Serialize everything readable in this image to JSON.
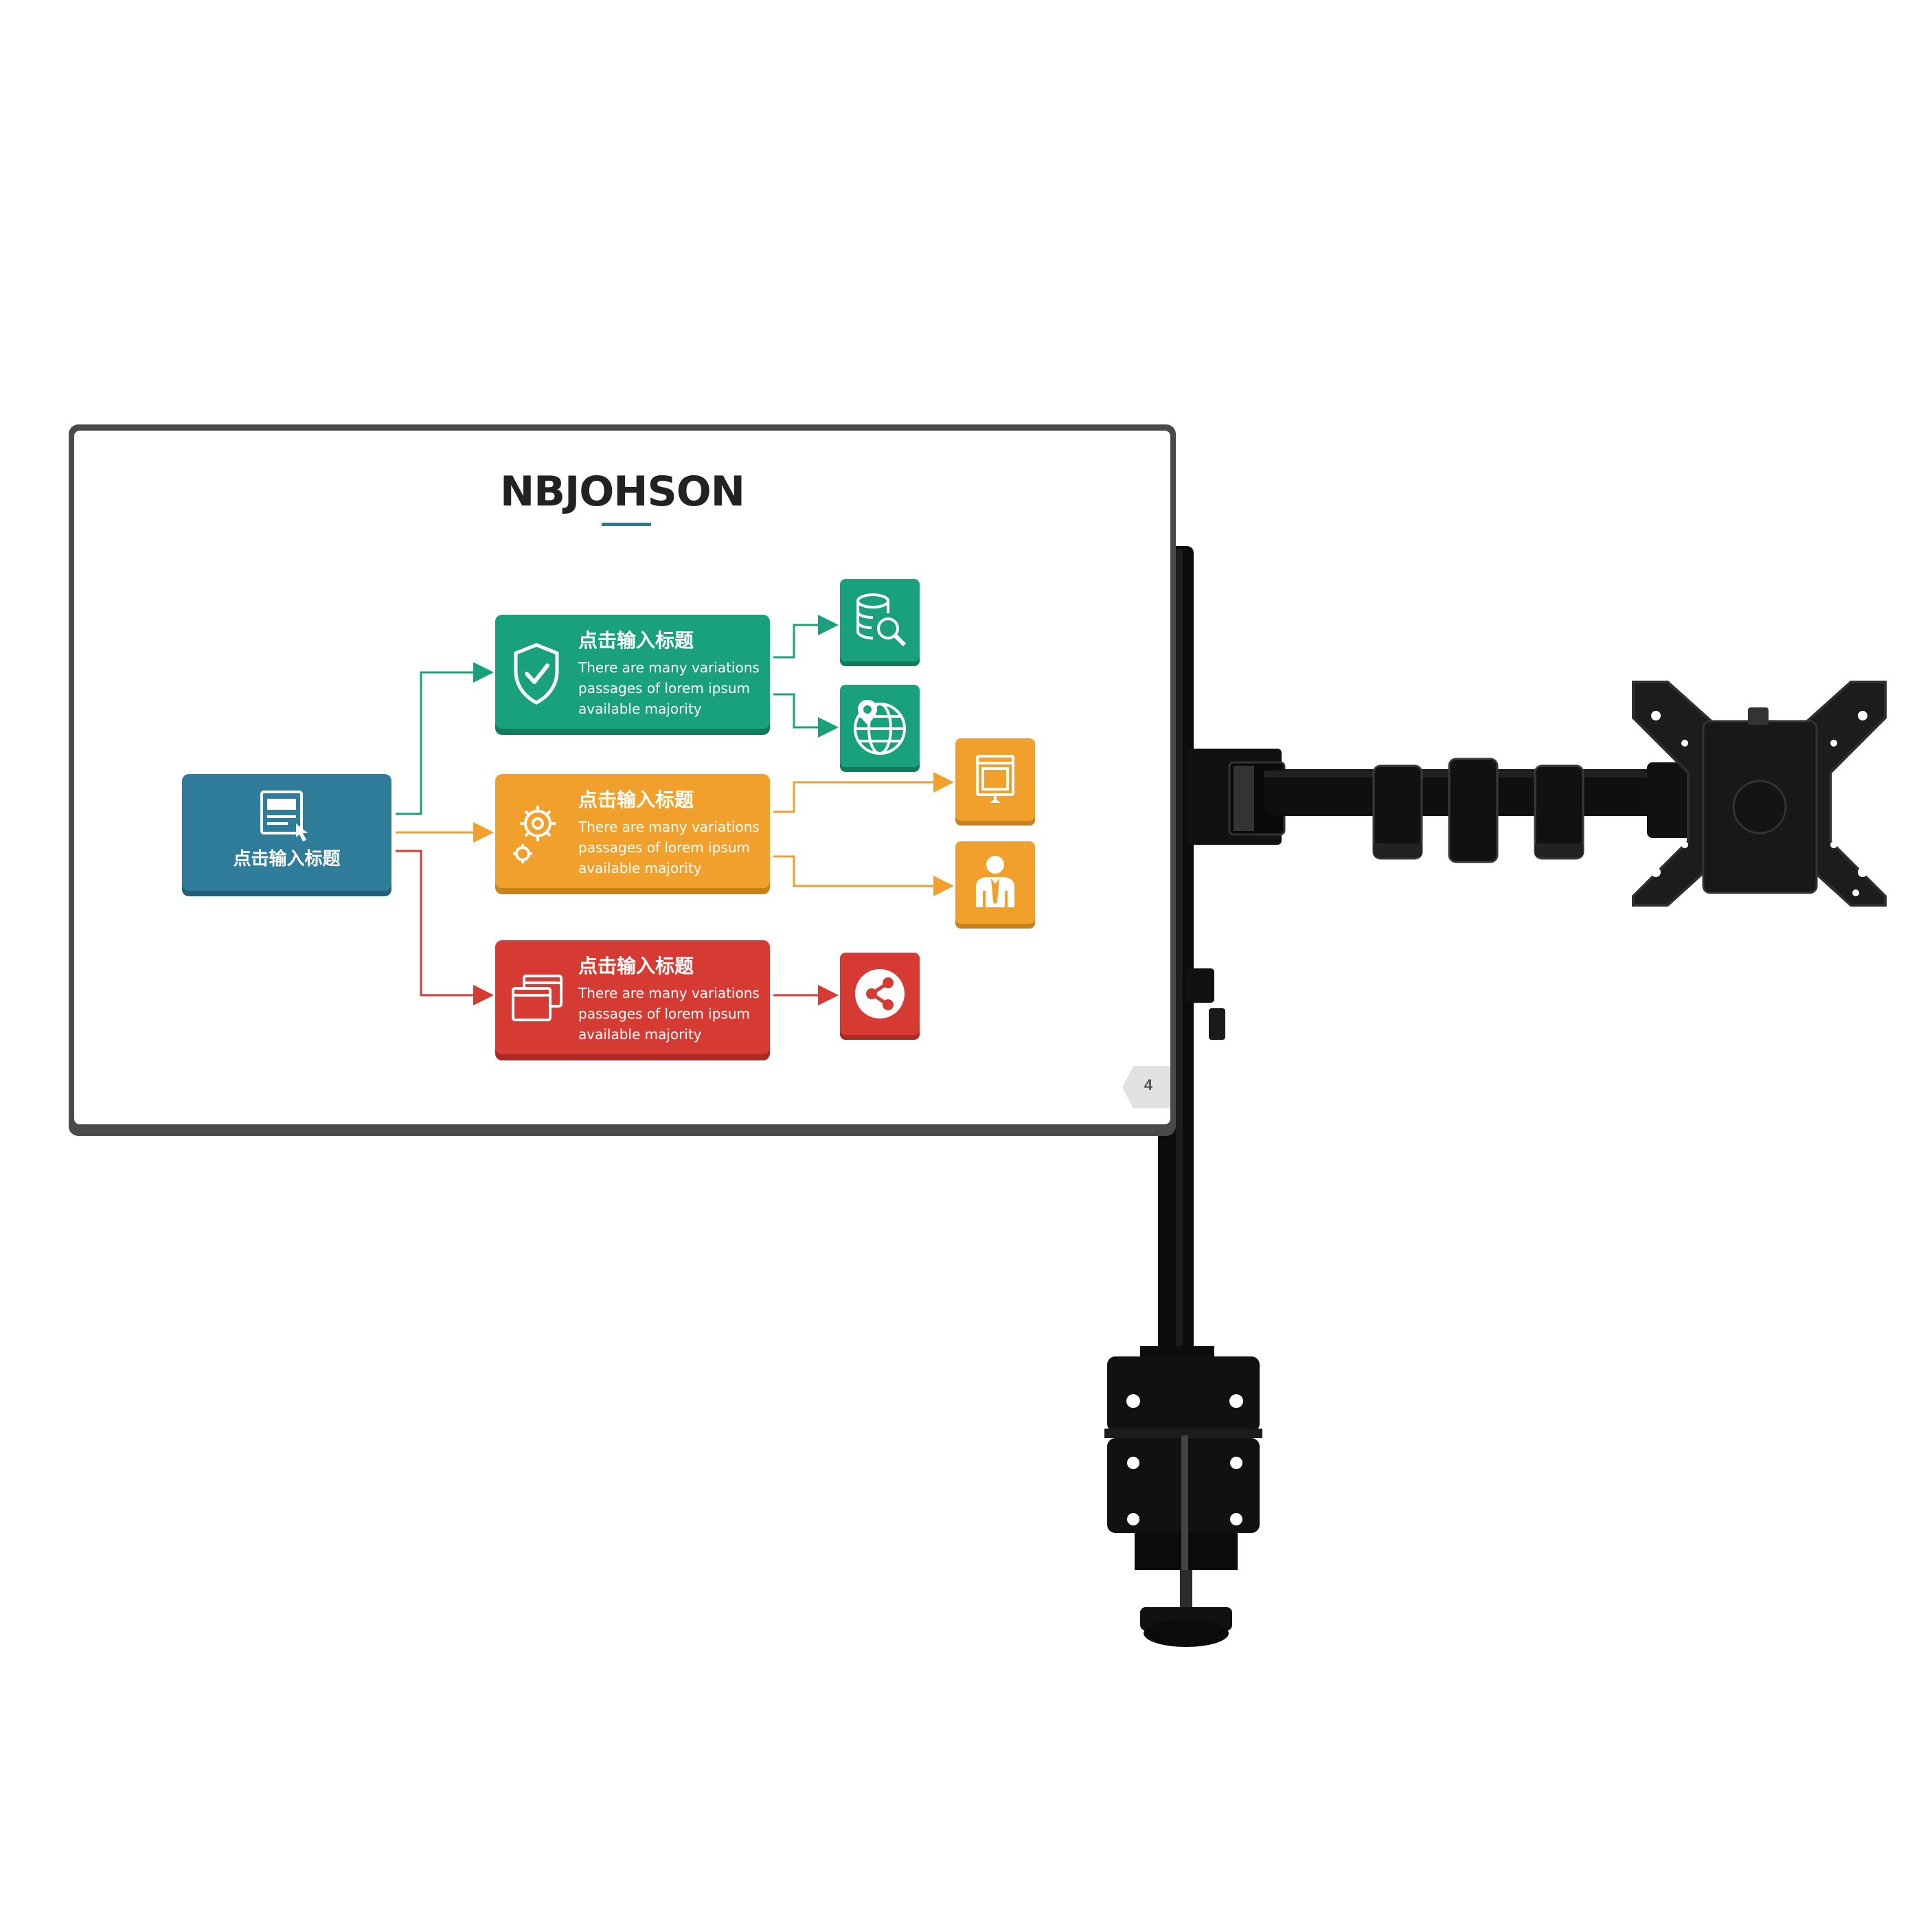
{
  "brand": "NBJOHSON",
  "source_card": {
    "label": "点击输入标题",
    "icon": "document-pointer-icon"
  },
  "topic_cards": [
    {
      "title": "点击输入标题",
      "lines": [
        "There are many variations",
        "passages of lorem ipsum",
        "available  majority"
      ],
      "icon": "shield-check-icon",
      "color": "#19a07c"
    },
    {
      "title": "点击输入标题",
      "lines": [
        "There are many variations",
        "passages of lorem ipsum",
        "available  majority"
      ],
      "icon": "gears-icon",
      "color": "#f0a02b"
    },
    {
      "title": "点击输入标题",
      "lines": [
        "There are many variations",
        "passages of lorem ipsum",
        "available  majority"
      ],
      "icon": "browser-windows-icon",
      "color": "#d53a33"
    }
  ],
  "icon_tiles": [
    {
      "icon": "database-search-icon",
      "color": "#19a07c"
    },
    {
      "icon": "globe-pin-icon",
      "color": "#19a07c"
    },
    {
      "icon": "monitor-icon",
      "color": "#f0a02b"
    },
    {
      "icon": "businessman-icon",
      "color": "#f0a02b"
    },
    {
      "icon": "share-icon",
      "color": "#d53a33"
    }
  ],
  "page_number": "4"
}
